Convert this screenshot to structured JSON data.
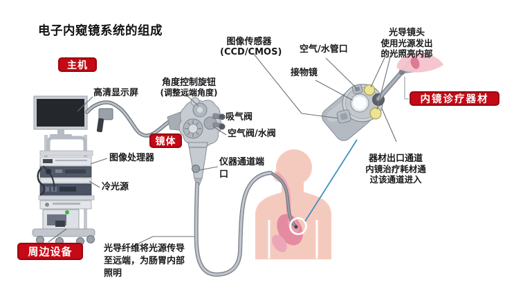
{
  "title": "电子内窥镜系统的组成",
  "badges": {
    "host": "主机",
    "scope_body": "镜体",
    "peripheral": "周边设备",
    "therapy_equipment": "内镜诊疗器材"
  },
  "labels": {
    "hd_display": "高清显示屏",
    "image_processor": "图像处理器",
    "cold_light_source": "冷光源",
    "angle_knob": "角度控制旋钮",
    "angle_knob_sub": "(调整远端角度)",
    "suction_valve": "吸气阀",
    "air_water_valve": "空气阀/水阀",
    "instrument_channel_port": "仪器通道端\n口",
    "image_sensor": "图像传感器",
    "image_sensor_sub": "(CCD/CMOS)",
    "air_water_nozzle": "空气/水管口",
    "objective_lens": "接物镜",
    "light_guide_lens": "光导镜头",
    "light_guide_desc": "使用光源发出\n的光照亮内部",
    "equipment_exit_channel": "器材出口通道",
    "equipment_exit_desc": "内镜治疗耗材通\n过该通道进入",
    "optical_fiber_note": "光导纤维将光源传导\n至远端，为肠胃内部\n照明"
  },
  "colors": {
    "accent_red": "#c50916",
    "badge_border": "#9a040e",
    "leader_gray": "#6b6f75",
    "blue_pointer": "#3f8fc0",
    "skin_pink": "#f5cabe",
    "organ_pink": "#e58ba1",
    "organ_pink_light": "#eba7b8",
    "beam_pink": "#f4c3cc",
    "beam_core": "#dd7b93",
    "lens_yellow": "#ece393",
    "screen_dark": "#24272c",
    "machine_gray": "#c6cbd1",
    "text_dark": "#17181a"
  }
}
